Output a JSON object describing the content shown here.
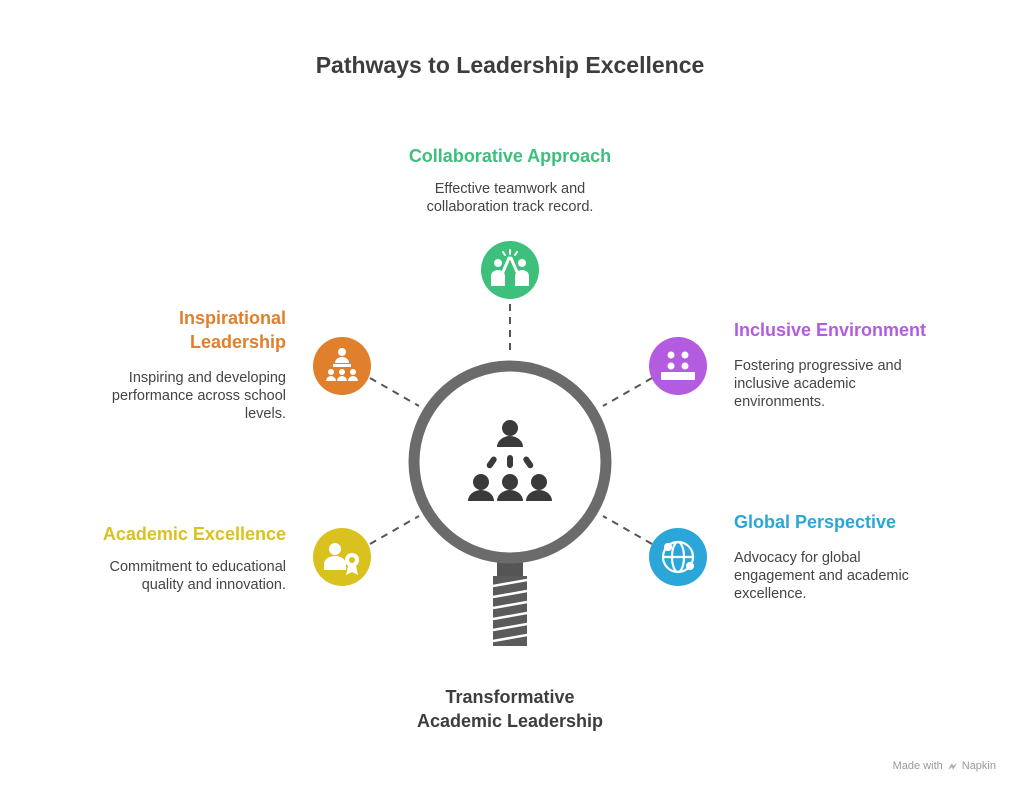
{
  "title": "Pathways to Leadership Excellence",
  "center": {
    "label_line1": "Transformative",
    "label_line2": "Academic Leadership",
    "icon": "hierarchy-team-icon"
  },
  "nodes": [
    {
      "id": "collaborative",
      "heading": "Collaborative Approach",
      "desc_lines": [
        "Effective teamwork and",
        "collaboration track record."
      ],
      "color": "#3cc07c",
      "icon": "high-five-icon"
    },
    {
      "id": "inclusive",
      "heading": "Inclusive Environment",
      "desc_lines": [
        "Fostering progressive and",
        "inclusive academic",
        "environments."
      ],
      "color": "#b45ce0",
      "icon": "group-meeting-icon"
    },
    {
      "id": "global",
      "heading": "Global Perspective",
      "desc_lines": [
        "Advocacy for global",
        "engagement and academic",
        "excellence."
      ],
      "color": "#2aa7d8",
      "icon": "globe-network-icon"
    },
    {
      "id": "academic",
      "heading": "Academic Excellence",
      "desc_lines": [
        "Commitment to educational",
        "quality and innovation."
      ],
      "color": "#d9c21f",
      "icon": "award-person-icon"
    },
    {
      "id": "inspirational",
      "heading_lines": [
        "Inspirational",
        "Leadership"
      ],
      "desc_lines": [
        "Inspiring and developing",
        "performance across school",
        "levels."
      ],
      "color": "#e07f2c",
      "icon": "presenter-audience-icon"
    }
  ],
  "footer": {
    "made_with": "Made with",
    "brand": "Napkin"
  }
}
